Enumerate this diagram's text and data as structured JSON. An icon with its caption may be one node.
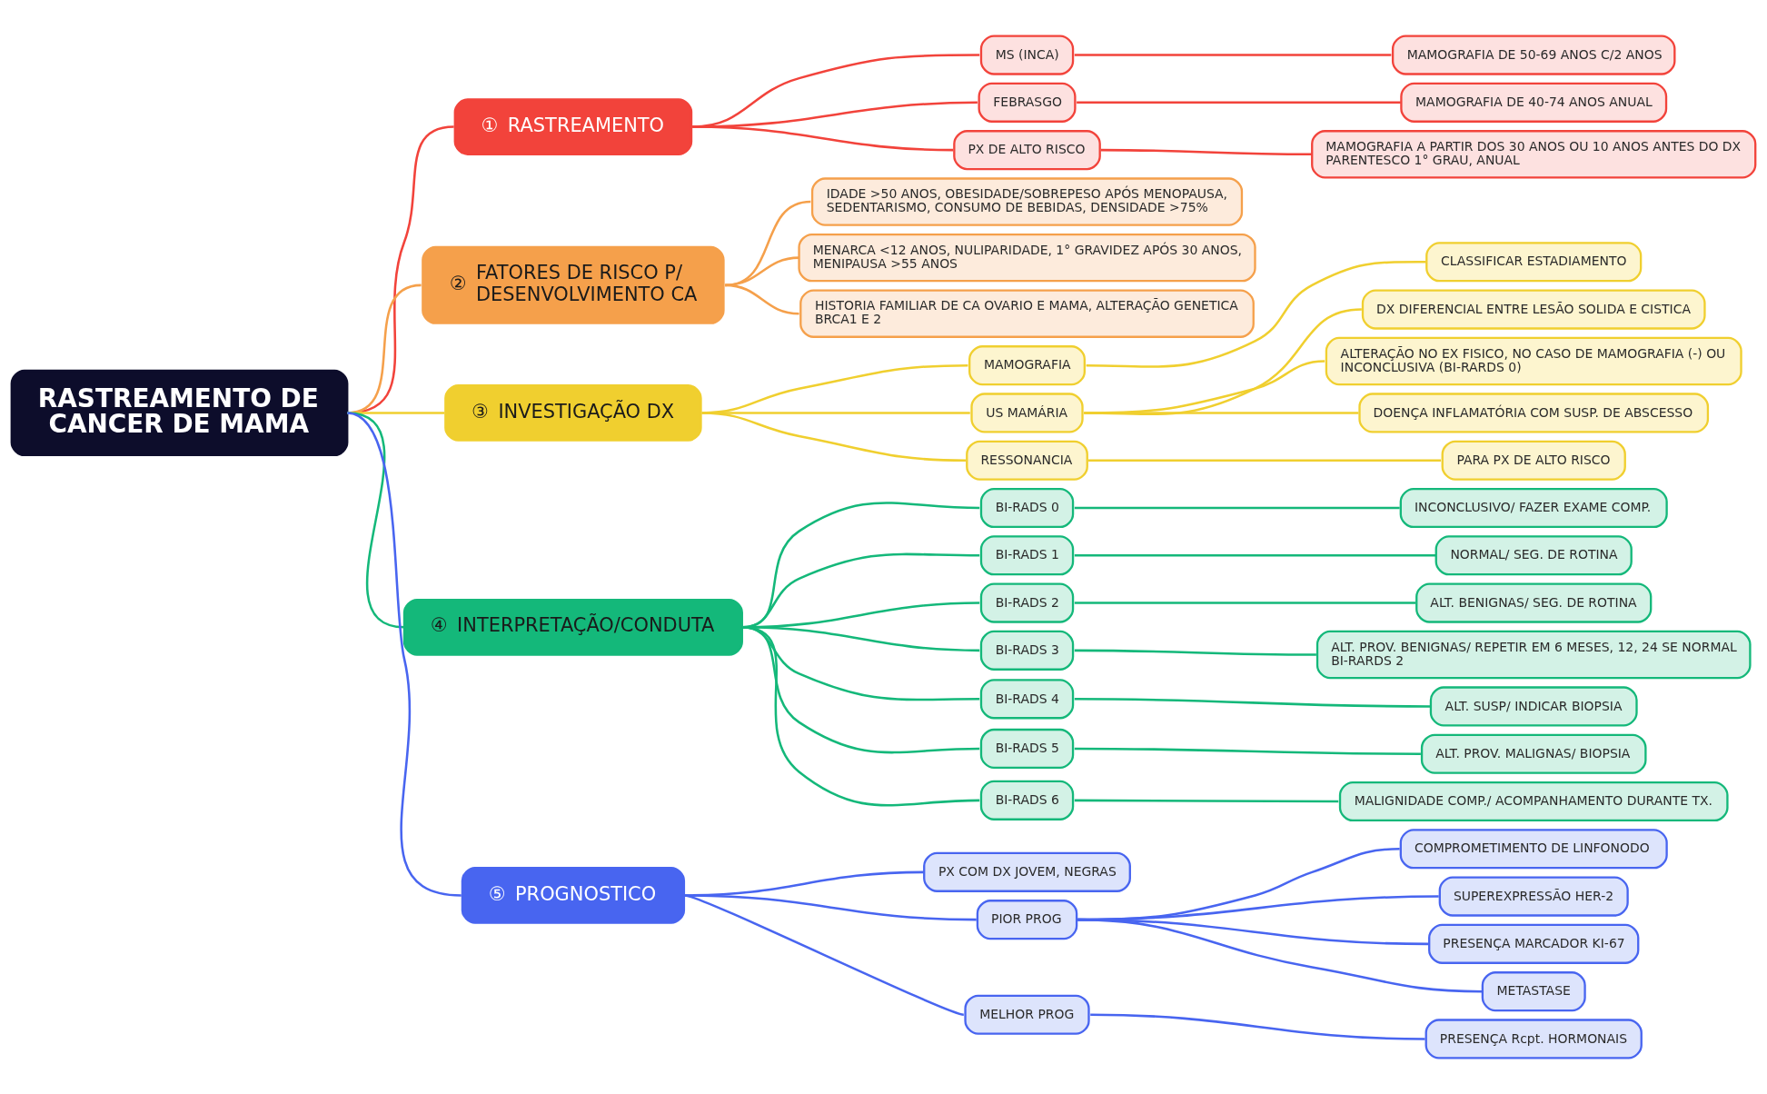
{
  "diagram": {
    "nodes": [
      {
        "text": [
          "RASTREAMENTO DE CANCER DE MAMA"
        ]
      },
      {
        "text": [
          "①",
          "RASTREAMENTO"
        ]
      },
      {
        "text": [
          "MS (INCA)"
        ]
      },
      {
        "text": [
          "MAMOGRAFIA DE 50-69 ANOS C/2 ANOS"
        ]
      },
      {
        "text": [
          "FEBRASGO"
        ]
      },
      {
        "text": [
          "MAMOGRAFIA DE 40-74 ANOS ANUAL"
        ]
      },
      {
        "text": [
          "PX DE ALTO RISCO"
        ]
      },
      {
        "text": [
          "MAMOGRAFIA A PARTIR DOS 30 ANOS OU 10 ANOS ANTES DO DX PARENTESCO 1° GRAU, ANUAL"
        ]
      },
      {
        "text": [
          "②",
          "FATORES DE RISCO P/ DESENVOLVIMENTO CA"
        ]
      },
      {
        "text": [
          "IDADE >50 ANOS, OBESIDADE/SOBREPESO APÓS MENOPAUSA, SEDENTARISMO, CONSUMO DE BEBIDAS, DENSIDADE >75%"
        ]
      },
      {
        "text": [
          "MENARCA <12 ANOS, NULIPARIDADE, 1° GRAVIDEZ APÓS 30 ANOS, MENIPAUSA >55 ANOS"
        ]
      },
      {
        "text": [
          "HISTORIA FAMILIAR DE CA OVARIO E MAMA, ALTERAÇÃO GENETICA BRCA1 E 2"
        ]
      },
      {
        "text": [
          "③",
          "INVESTIGAÇÃO DX"
        ]
      },
      {
        "text": [
          "MAMOGRAFIA"
        ]
      },
      {
        "text": [
          "CLASSIFICAR ESTADIAMENTO"
        ]
      },
      {
        "text": [
          "US MAMÁRIA"
        ]
      },
      {
        "text": [
          "DX DIFERENCIAL ENTRE LESÃO SOLIDA E CISTICA"
        ]
      },
      {
        "text": [
          "ALTERAÇÃO NO EX FISICO, NO CASO DE MAMOGRAFIA (-) OU INCONCLUSIVA (BI-RARDS 0)"
        ]
      },
      {
        "text": [
          "DOENÇA INFLAMATÓRIA COM SUSP. DE ABSCESSO"
        ]
      },
      {
        "text": [
          "RESSONANCIA"
        ]
      },
      {
        "text": [
          "PARA PX DE ALTO RISCO"
        ]
      },
      {
        "text": [
          "④",
          "INTERPRETAÇÃO/CONDUTA"
        ]
      },
      {
        "text": [
          "BI-RADS 0"
        ]
      },
      {
        "text": [
          "INCONCLUSIVO/ FAZER EXAME COMP."
        ]
      },
      {
        "text": [
          "BI-RADS 1"
        ]
      },
      {
        "text": [
          "NORMAL/ SEG. DE ROTINA"
        ]
      },
      {
        "text": [
          "BI-RADS 2"
        ]
      },
      {
        "text": [
          "ALT. BENIGNAS/ SEG. DE ROTINA"
        ]
      },
      {
        "text": [
          "BI-RADS 3"
        ]
      },
      {
        "text": [
          "ALT. PROV. BENIGNAS/ REPETIR EM 6 MESES, 12, 24 SE NORMAL BI-RARDS 2"
        ]
      },
      {
        "text": [
          "BI-RADS 4"
        ]
      },
      {
        "text": [
          "ALT. SUSP/ INDICAR BIOPSIA"
        ]
      },
      {
        "text": [
          "BI-RADS 5"
        ]
      },
      {
        "text": [
          "ALT. PROV. MALIGNAS/ BIOPSIA"
        ]
      },
      {
        "text": [
          "BI-RADS 6"
        ]
      },
      {
        "text": [
          "MALIGNIDADE COMP./ ACOMPANHAMENTO DURANTE TX."
        ]
      },
      {
        "text": [
          "⑤",
          "PROGNOSTICO"
        ]
      },
      {
        "text": [
          "PX COM DX JOVEM, NEGRAS"
        ]
      },
      {
        "text": [
          "PIOR PROG"
        ]
      },
      {
        "text": [
          "COMPROMETIMENTO DE LINFONODO"
        ]
      },
      {
        "text": [
          "SUPEREXPRESSÃO HER-2"
        ]
      },
      {
        "text": [
          "PRESENÇA MARCADOR KI-67"
        ]
      },
      {
        "text": [
          "METASTASE"
        ]
      },
      {
        "text": [
          "MELHOR PROG"
        ]
      },
      {
        "text": [
          "PRESENÇA Rcpt. HORMONAIS"
        ]
      }
    ],
    "edges": [
      {
        "from": 0,
        "to": 1,
        "arrow": "none",
        "color": "#f2433b"
      },
      {
        "from": 1,
        "to": 2,
        "arrow": "none",
        "color": "#f2433b"
      },
      {
        "from": 2,
        "to": 3,
        "arrow": "none",
        "color": "#f2433b"
      },
      {
        "from": 1,
        "to": 4,
        "arrow": "none",
        "color": "#f2433b"
      },
      {
        "from": 4,
        "to": 5,
        "arrow": "none",
        "color": "#f2433b"
      },
      {
        "from": 1,
        "to": 6,
        "arrow": "none",
        "color": "#f2433b"
      },
      {
        "from": 6,
        "to": 7,
        "arrow": "none",
        "color": "#f2433b"
      },
      {
        "from": 0,
        "to": 8,
        "arrow": "none",
        "color": "#f5a04b"
      },
      {
        "from": 8,
        "to": 9,
        "arrow": "none",
        "color": "#f5a04b"
      },
      {
        "from": 8,
        "to": 10,
        "arrow": "none",
        "color": "#f5a04b"
      },
      {
        "from": 8,
        "to": 11,
        "arrow": "none",
        "color": "#f5a04b"
      },
      {
        "from": 0,
        "to": 12,
        "arrow": "none",
        "color": "#f0cf2f"
      },
      {
        "from": 12,
        "to": 13,
        "arrow": "none",
        "color": "#f0cf2f"
      },
      {
        "from": 13,
        "to": 14,
        "arrow": "none",
        "color": "#f0cf2f"
      },
      {
        "from": 12,
        "to": 15,
        "arrow": "none",
        "color": "#f0cf2f"
      },
      {
        "from": 15,
        "to": 16,
        "arrow": "none",
        "color": "#f0cf2f"
      },
      {
        "from": 15,
        "to": 17,
        "arrow": "none",
        "color": "#f0cf2f"
      },
      {
        "from": 15,
        "to": 18,
        "arrow": "none",
        "color": "#f0cf2f"
      },
      {
        "from": 12,
        "to": 19,
        "arrow": "none",
        "color": "#f0cf2f"
      },
      {
        "from": 19,
        "to": 20,
        "arrow": "none",
        "color": "#f0cf2f"
      },
      {
        "from": 0,
        "to": 21,
        "arrow": "none"
      },
      {
        "from": 21,
        "to": 22,
        "arrow": "none"
      },
      {
        "from": 22,
        "to": 23,
        "arrow": "none"
      },
      {
        "from": 21,
        "to": 24,
        "arrow": "none"
      },
      {
        "from": 24,
        "to": 25,
        "arrow": "none"
      },
      {
        "from": 21,
        "to": 26,
        "arrow": "none"
      },
      {
        "from": 26,
        "to": 27,
        "arrow": "none"
      },
      {
        "from": 21,
        "to": 28,
        "arrow": "none"
      },
      {
        "from": 28,
        "to": 29,
        "arrow": "none"
      },
      {
        "from": 21,
        "to": 30,
        "arrow": "none"
      },
      {
        "from": 30,
        "to": 31,
        "arrow": "none"
      },
      {
        "from": 21,
        "to": 32,
        "arrow": "none"
      },
      {
        "from": 32,
        "to": 33,
        "arrow": "none"
      },
      {
        "from": 21,
        "to": 34,
        "arrow": "none"
      },
      {
        "from": 34,
        "to": 35,
        "arrow": "none"
      },
      {
        "from": 0,
        "to": 36,
        "arrow": "none",
        "color": "#4865f0"
      },
      {
        "from": 36,
        "to": 37,
        "arrow": "none",
        "color": "#4865f0"
      },
      {
        "from": 36,
        "to": 38,
        "arrow": "none",
        "color": "#4865f0"
      },
      {
        "from": 38,
        "to": 39,
        "arrow": "none",
        "color": "#4865f0"
      },
      {
        "from": 38,
        "to": 40,
        "arrow": "none",
        "color": "#4865f0"
      },
      {
        "from": 38,
        "to": 41,
        "arrow": "none",
        "color": "#4865f0"
      },
      {
        "from": 38,
        "to": 42,
        "arrow": "none",
        "color": "#4865f0"
      },
      {
        "from": 36,
        "to": 43,
        "arrow": "none",
        "color": "#4865f0"
      },
      {
        "from": 43,
        "to": 44,
        "arrow": "none",
        "color": "#4865f0"
      }
    ]
  }
}
